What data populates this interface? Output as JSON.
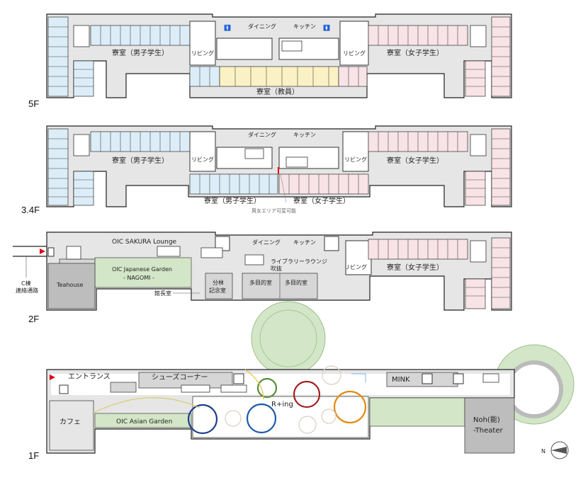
{
  "floors": {
    "f5": {
      "label": "5F",
      "rooms": {
        "dorm_male": "寮室（男子学生）",
        "dorm_female": "寮室（女子学生）",
        "dorm_staff": "寮室（教員）",
        "dining": "ダイニング",
        "kitchen": "キッチン",
        "living_left": "リビング",
        "living_right": "リビング"
      }
    },
    "f34": {
      "label": "3.4F",
      "rooms": {
        "dorm_male_top": "寮室（男子学生）",
        "dorm_female_top": "寮室（女子学生）",
        "dorm_male_bottom": "寮室（男子学生）",
        "dorm_female_bottom": "寮室（女子学生）",
        "dining": "ダイニング",
        "kitchen": "キッチン",
        "living_left": "リビング",
        "living_right": "リビング"
      },
      "note": "男女エリア可変可能"
    },
    "f2": {
      "label": "2F",
      "rooms": {
        "lounge": "OIC SAKURA Lounge",
        "garden_line1": "OIC Japanese Garden",
        "garden_line2": "- NAGOMI -",
        "teahouse": "Teahouse",
        "director": "館長室",
        "memorial_line1": "分林",
        "memorial_line2": "記念室",
        "multi1": "多目的室",
        "multi2": "多目的室",
        "library_line1": "ライブラリーラウンジ",
        "library_line2": "吹抜",
        "dining": "ダイニング",
        "kitchen": "キッチン",
        "living": "リビング",
        "dorm_female": "寮室（女子学生）"
      },
      "passage_line1": "C棟",
      "passage_line2": "連絡通路"
    },
    "f1": {
      "label": "1F",
      "rooms": {
        "entrance": "エントランス",
        "shoes": "シューズコーナー",
        "cafe": "カフェ",
        "asian_garden": "OIC Asian Garden",
        "ring": "R+ing",
        "mink": "MINK",
        "noh_line1": "Noh(能)",
        "noh_line2": "-Theater"
      }
    }
  },
  "compass": {
    "label": "N"
  },
  "colors": {
    "male": "#dcedf7",
    "female": "#f8e3e6",
    "staff": "#faf2c4",
    "garden": "#d3e6c7",
    "entrance_marker": "#e0001b"
  }
}
